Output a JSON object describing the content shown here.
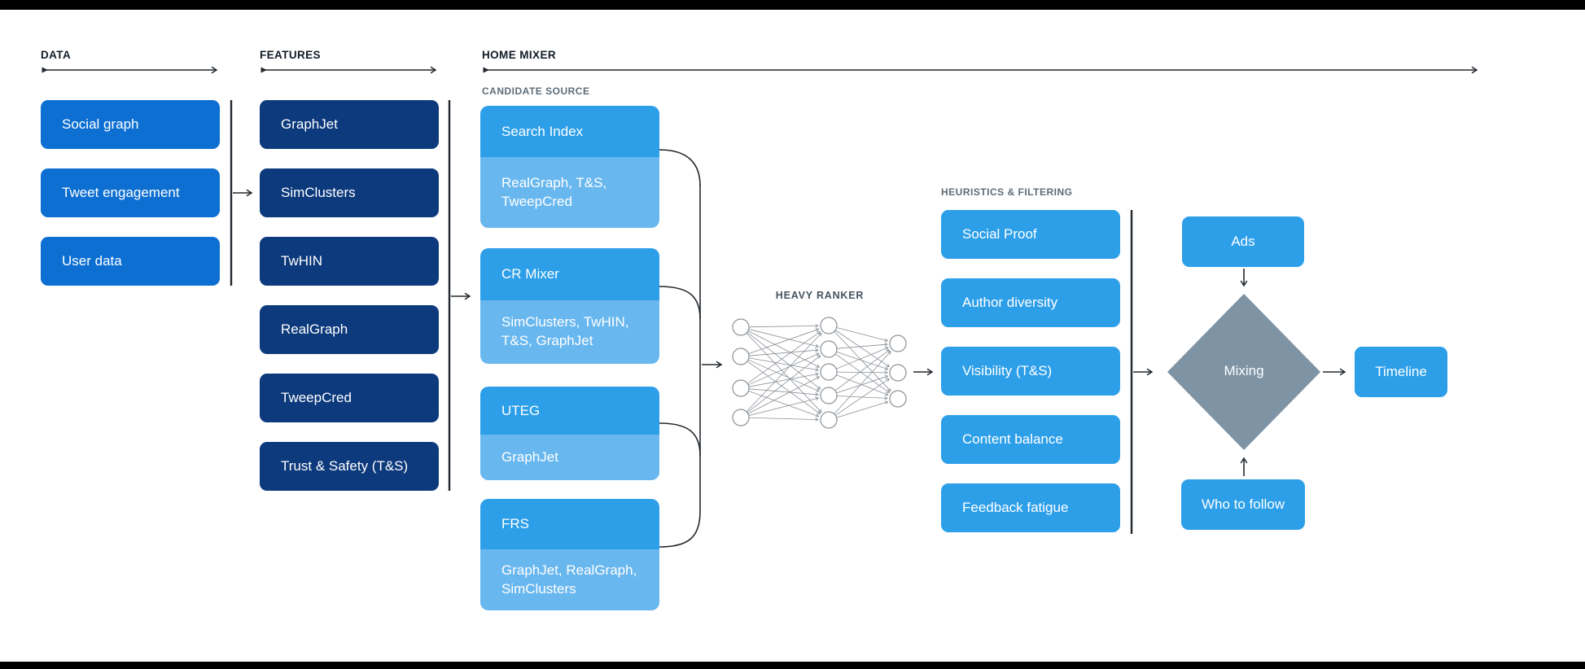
{
  "colors": {
    "frame": "#000000",
    "data_box": "#0d6fd2",
    "feature_box": "#0d3a7c",
    "primary_box": "#2d9fe9",
    "sub_box": "#69b7ef",
    "diamond": "#7e93a4",
    "line": "#23282e",
    "heading": "#121c26",
    "muted_label": "#5d6c78",
    "ranker_label": "#46545f",
    "network": "#8a9097"
  },
  "sections": {
    "data": {
      "title": "DATA",
      "items": [
        "Social graph",
        "Tweet engagement",
        "User data"
      ]
    },
    "features": {
      "title": "FEATURES",
      "items": [
        "GraphJet",
        "SimClusters",
        "TwHIN",
        "RealGraph",
        "TweepCred",
        "Trust & Safety (T&S)"
      ]
    },
    "home_mixer": {
      "title": "HOME MIXER",
      "candidate_source": {
        "label": "CANDIDATE SOURCE",
        "groups": [
          {
            "name": "Search Index",
            "sources": "RealGraph, T&S, TweepCred"
          },
          {
            "name": "CR Mixer",
            "sources": "SimClusters, TwHIN, T&S, GraphJet"
          },
          {
            "name": "UTEG",
            "sources": "GraphJet"
          },
          {
            "name": "FRS",
            "sources": "GraphJet, RealGraph, SimClusters"
          }
        ]
      },
      "heavy_ranker": {
        "label": "HEAVY RANKER"
      },
      "heuristics": {
        "label": "HEURISTICS & FILTERING",
        "items": [
          "Social Proof",
          "Author diversity",
          "Visibility (T&S)",
          "Content balance",
          "Feedback fatigue"
        ]
      },
      "mixing": {
        "ads": "Ads",
        "diamond": "Mixing",
        "who_to_follow": "Who to follow",
        "timeline": "Timeline"
      }
    }
  }
}
